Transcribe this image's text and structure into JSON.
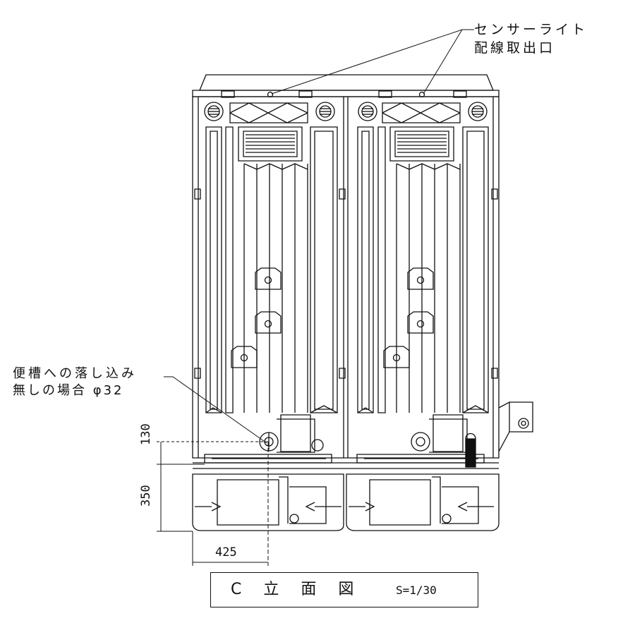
{
  "annotations": {
    "sensor_light_line1": "センサーライト",
    "sensor_light_line2": "配線取出口",
    "drain_line1": "便槽への落し込み",
    "drain_line2": "無しの場合 φ32"
  },
  "dimensions": {
    "height_pipe": "130",
    "height_base": "350",
    "offset_pipe": "425"
  },
  "title_block": {
    "title": "C 立 面 図",
    "scale": "S=1/30"
  },
  "colors": {
    "line": "#111111",
    "background": "#ffffff"
  }
}
